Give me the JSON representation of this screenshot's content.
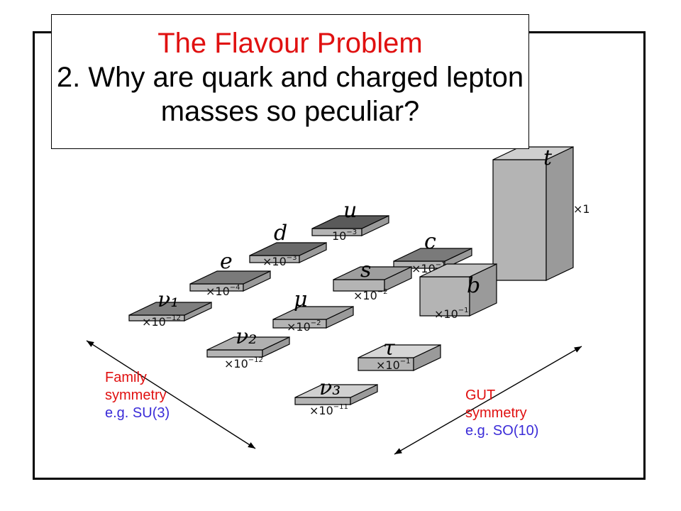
{
  "title": {
    "line1": "The Flavour Problem",
    "line2": "2. Why are quark and charged lepton masses so peculiar?"
  },
  "particles": [
    {
      "id": "t",
      "label": "t",
      "mult": "×1",
      "exp": ""
    },
    {
      "id": "u",
      "label": "u",
      "mult": "10",
      "exp": "−3"
    },
    {
      "id": "d",
      "label": "d",
      "mult": "×10",
      "exp": "−3"
    },
    {
      "id": "c",
      "label": "c",
      "mult": "×10",
      "exp": "−1"
    },
    {
      "id": "e",
      "label": "e",
      "mult": "×10",
      "exp": "−4"
    },
    {
      "id": "s",
      "label": "s",
      "mult": "×10",
      "exp": "−2"
    },
    {
      "id": "b",
      "label": "b",
      "mult": "×10",
      "exp": "−1"
    },
    {
      "id": "nu1",
      "label": "ν₁",
      "mult": "×10",
      "exp": "−12"
    },
    {
      "id": "mu",
      "label": "μ",
      "mult": "×10",
      "exp": "−2"
    },
    {
      "id": "nu2",
      "label": "ν₂",
      "mult": "×10",
      "exp": "−12"
    },
    {
      "id": "tau",
      "label": "τ",
      "mult": "×10",
      "exp": "−1"
    },
    {
      "id": "nu3",
      "label": "ν₃",
      "mult": "×10",
      "exp": "−11"
    }
  ],
  "family_symmetry": {
    "line1": "Family",
    "line2": "symmetry",
    "example": "e.g. SU(3)"
  },
  "gut_symmetry": {
    "line1": "GUT",
    "line2": "symmetry",
    "example": "e.g. SO(10)"
  },
  "colors": {
    "title": "#e01010",
    "example": "#3a2bd8",
    "top": "#c8c8c8",
    "front": "#b4b4b4",
    "side": "#9a9a9a"
  }
}
